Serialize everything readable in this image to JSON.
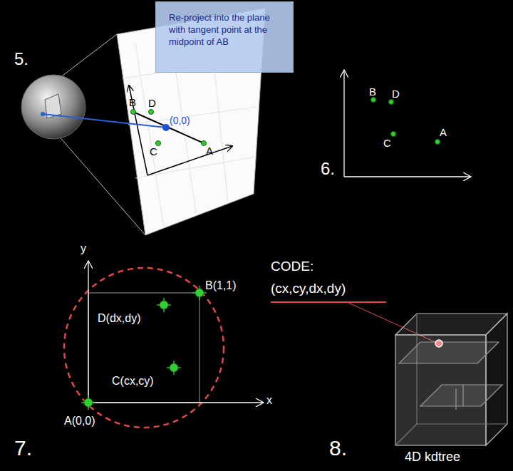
{
  "diagram": {
    "nodes": [
      {
        "text": [
          "Re-project into the plane with tangent point at the midpoint of AB"
        ]
      }
    ],
    "labels": [
      "5.",
      "B",
      "D",
      "(0,0)",
      "C",
      "A",
      "6.",
      "B",
      "D",
      "C",
      "A",
      "7.",
      "y",
      "x",
      "B(1,1)",
      "D(dx,dy)",
      "C(cx,cy)",
      "A(0,0)",
      "CODE:",
      "(cx,cy,dx,dy)",
      "8.",
      "4D kdtree"
    ]
  }
}
